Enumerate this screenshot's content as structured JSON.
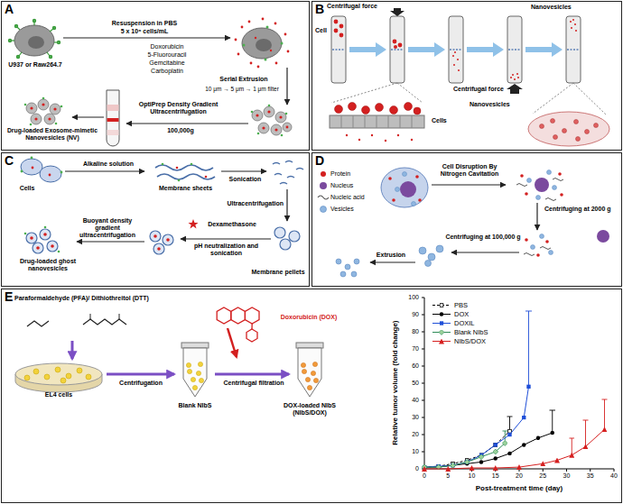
{
  "diagram": {
    "nodes": [
      {
        "text": [
          "A"
        ]
      },
      {
        "text": [
          "B"
        ]
      },
      {
        "text": [
          "C"
        ]
      },
      {
        "text": [
          "D"
        ]
      },
      {
        "text": [
          "E"
        ]
      }
    ],
    "labels": [
      "Resuspension in PBS",
      "5 x 10⁶ cells/mL",
      "U937 or Raw264.7",
      "Doxorubicin",
      "5-Fluorouracil",
      "Gemcitabine",
      "Carboplatin",
      "Serial Extrusion",
      "10 μm → 5 μm → 1 μm filter",
      "OptiPrep Density Gradient Ultracentrifugation",
      "100,000g",
      "Drug-loaded Exosome-mimetic Nanovesicles (NV)",
      "Centrifugal force",
      "Cell",
      "Nanovesicles",
      "Centrifugal force",
      "Cells",
      "Nanovesicles",
      "Cells",
      "Alkaline solution",
      "Membrane sheets",
      "Sonication",
      "Ultracentrifugation",
      "Dexamethasone",
      "pH neutralization and sonication",
      "Membrane pellets",
      "Buoyant density gradient ultracentrifugation",
      "Drug-loaded ghost nanovesicles",
      "Protein",
      "Nucleus",
      "Nucleic acid",
      "Vesicles",
      "Cell Disruption By Nitrogen Cavitation",
      "Centrifuging at 2000 g",
      "Centrifuging at 100,000 g",
      "Extrusion",
      "Paraformaldehyde (PFA)/ Dithiothreitol (DTT)",
      "Doxorubicin (DOX)",
      "EL4 cells",
      "Centrifugation",
      "Blank NIbS",
      "Centrifugal filtration",
      "DOX-loaded NIbS (NIbS/DOX)",
      "0",
      "10",
      "20",
      "30",
      "40",
      "50",
      "60",
      "70",
      "80",
      "90",
      "100",
      "0",
      "5",
      "10",
      "15",
      "20",
      "25",
      "30",
      "35",
      "40",
      "Relative tumor volume (fold change)",
      "Post-treatment time (day)"
    ],
    "legend": [
      {
        "text": "PBS"
      },
      {
        "text": "DOX"
      },
      {
        "text": "DOXIL"
      },
      {
        "text": "Blank NIbS"
      },
      {
        "text": "NIbS/DOX"
      }
    ]
  }
}
